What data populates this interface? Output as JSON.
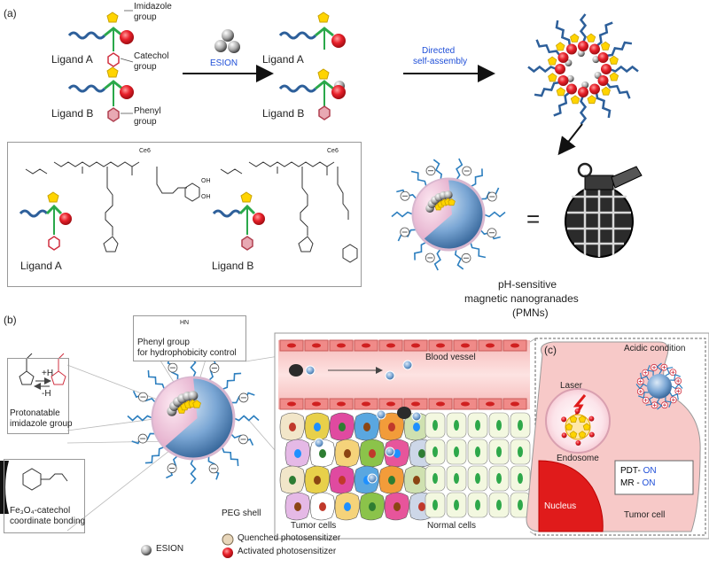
{
  "panel_labels": {
    "a": "(a)",
    "b": "(b)",
    "c": "(c)"
  },
  "panel_a": {
    "ligand_a": "Ligand A",
    "ligand_b": "Ligand B",
    "imidazole_group": [
      "Imidazole",
      "group"
    ],
    "catechol_group": [
      "Catechol",
      "group"
    ],
    "phenyl_group": [
      "Phenyl",
      "group"
    ],
    "esion": "ESION",
    "directed": [
      "Directed",
      "self-assembly"
    ],
    "struct_ligand_a": "Ligand A",
    "struct_ligand_b": "Ligand B",
    "ce6": "Ce6",
    "oh": "OH",
    "equals": "=",
    "pmn_caption": [
      "pH-sensitive",
      "magnetic nanogranades",
      "(PMNs)"
    ]
  },
  "panel_b": {
    "phenyl_box": [
      "Phenyl group",
      "for hydrophobicity control"
    ],
    "plus_h": "+H",
    "minus_h": "-H",
    "protonatable": [
      "Protonatable",
      "imidazole group"
    ],
    "fe_box": [
      "Fe₃O₄-catechol",
      "coordinate bonding"
    ],
    "peg_shell": "PEG shell",
    "legend": {
      "esion": "ESION",
      "quenched": "Quenched photosensitizer",
      "activated": "Activated photosensitizer"
    },
    "hn": "HN"
  },
  "panel_tissue": {
    "blood_vessel": "Blood vessel",
    "tumor_cells": "Tumor cells",
    "normal_cells": "Normal cells"
  },
  "panel_c": {
    "acidic": "Acidic condition",
    "laser": "Laser",
    "endosome": "Endosome",
    "pdt": "PDT-",
    "mr": "MR -",
    "on": "ON",
    "nucleus": "Nucleus",
    "tumor_cell": "Tumor cell"
  },
  "colors": {
    "red": "#e8202a",
    "yellow": "#ffd400",
    "green": "#2aa84a",
    "blue_chain": "#2d5f9a",
    "sphere_blue": "#6b9ac9",
    "pink_bg": "#f7c9c8",
    "nucleus": "#e01b1b"
  }
}
